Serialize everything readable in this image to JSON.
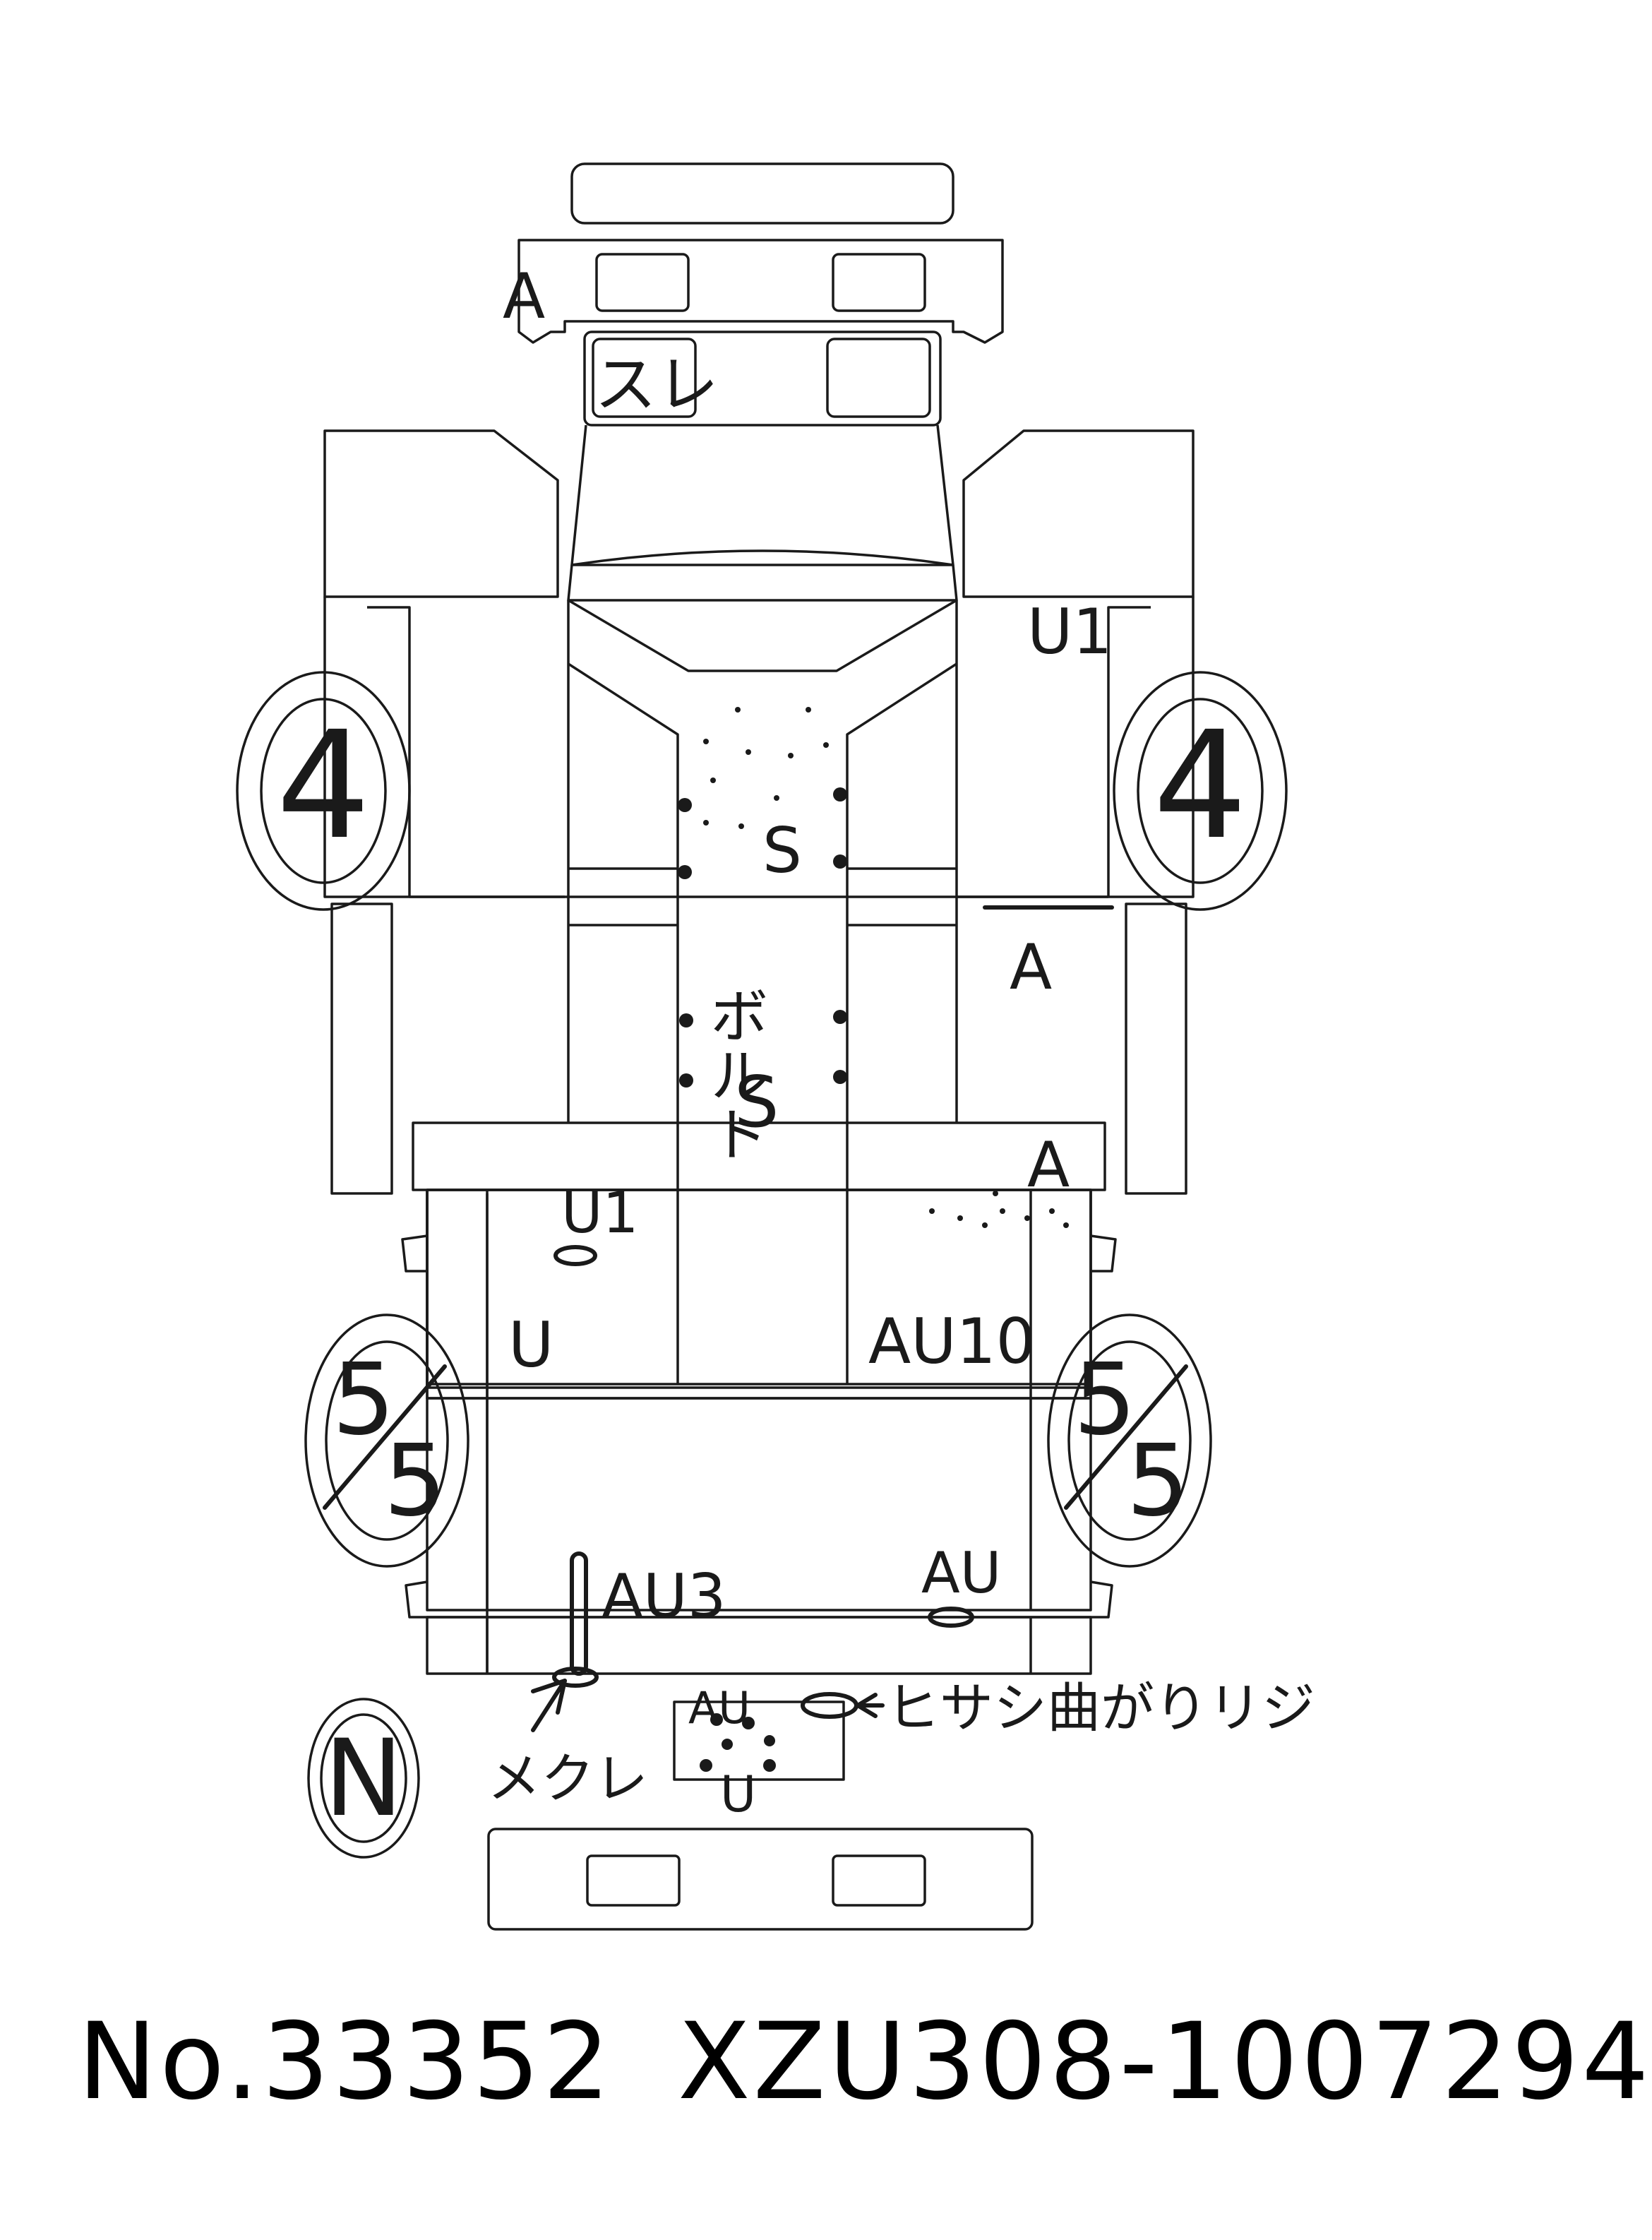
{
  "annotations": {
    "front_bumper": "A",
    "windshield": "スレ",
    "right_front_fender": "U1",
    "right_front_door": "A",
    "right_rear_door": "A",
    "left_bed_front": "U1",
    "left_bed_side": "U",
    "right_bed_side": "AU10",
    "left_bed_rear": "AU3",
    "right_bed_rear": "AU",
    "left_rear_corner_note": "メクレ",
    "tailgate": "AU",
    "tailgate_lower": "U",
    "tailgate_note": "ヒサシ曲がりリジ",
    "frame_upper": "S",
    "frame_middle": "ボルト",
    "frame_lower": "S"
  },
  "tires": {
    "front_left": "4",
    "front_right": "4",
    "rear_left_top": "5",
    "rear_left_bottom": "5",
    "rear_right_top": "5",
    "rear_right_bottom": "5"
  },
  "spare_mark": "N",
  "footer": {
    "number": "No.33352",
    "vin": "XZU308-1007294"
  }
}
